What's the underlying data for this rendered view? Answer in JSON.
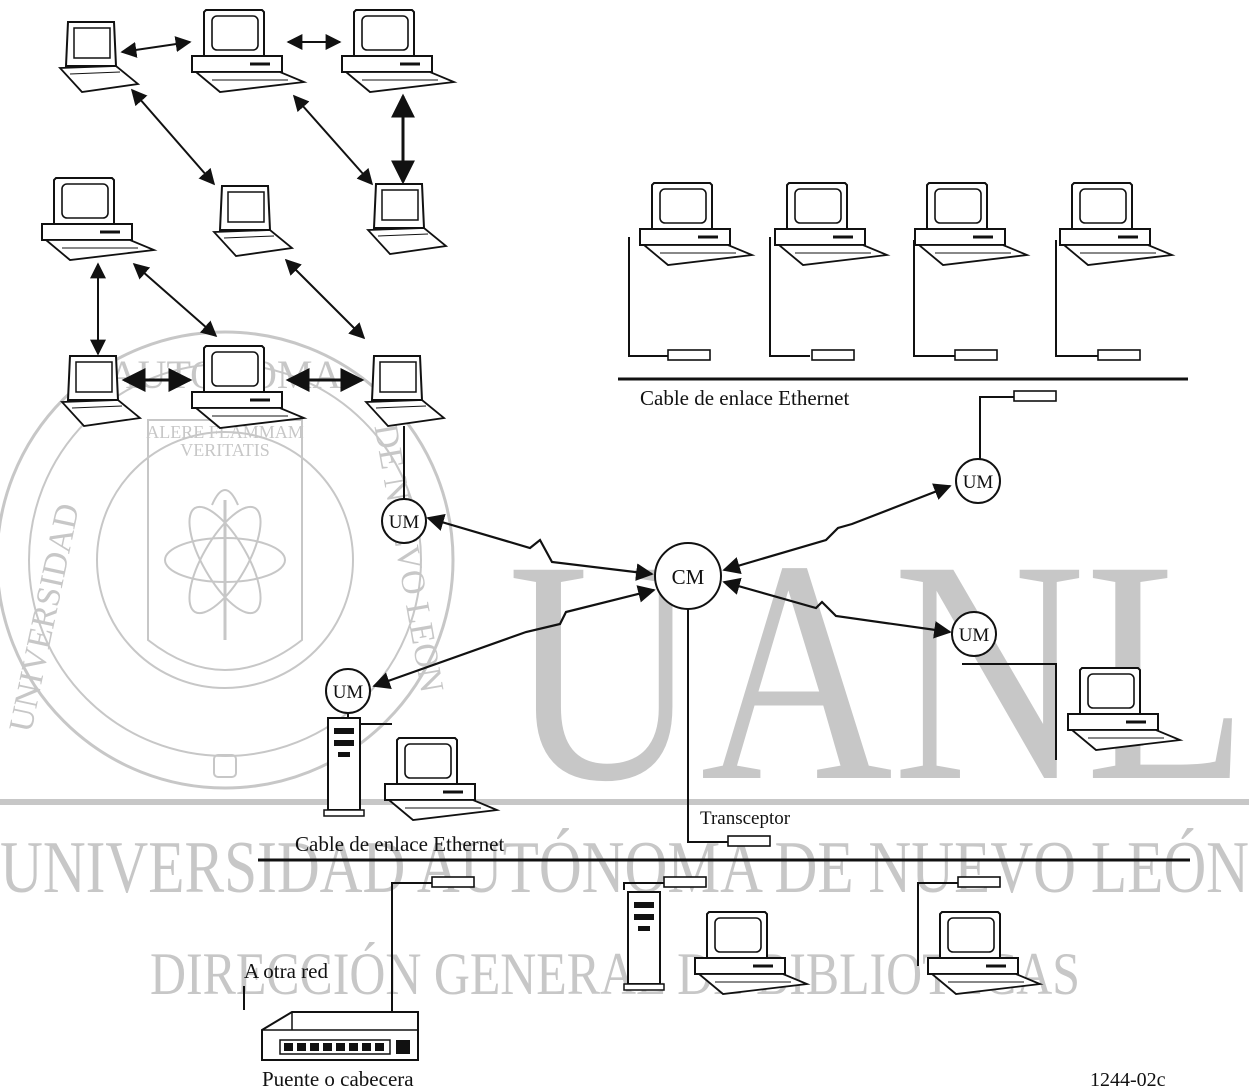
{
  "watermark": {
    "big_letters": "UANL",
    "university_line": "UNIVERSIDAD AUTÓNOMA DE NUEVO LEÓN",
    "library_line": "DIRECCIÓN GENERAL DE BIBLIOTECAS",
    "seal_ring_left": "UNIVERSIDAD",
    "seal_ring_top": "AUTONOMA",
    "seal_ring_right": "DE NUEVO LEON",
    "seal_motto_1": "ALERE FLAMMAM",
    "seal_motto_2": "VERITATIS"
  },
  "nodes": {
    "cm": "CM",
    "um": "UM"
  },
  "labels": {
    "ethernet_top": "Cable de enlace Ethernet",
    "ethernet_bottom": "Cable de enlace Ethernet",
    "transceptor": "Transceptor",
    "otra_red": "A otra red",
    "puente": "Puente o cabecera",
    "figure_code": "1244-02c"
  },
  "colors": {
    "line": "#111111",
    "watermark": "#c7c7c7"
  }
}
